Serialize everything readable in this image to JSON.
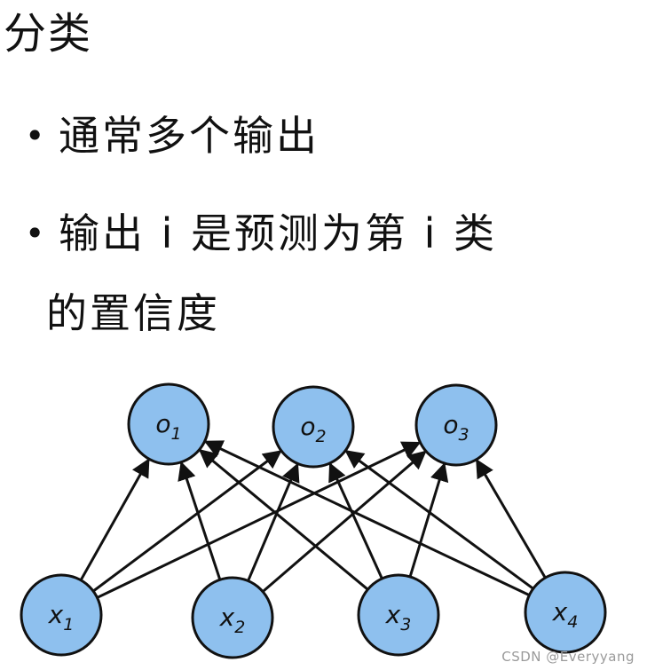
{
  "title": "分类",
  "bullets": [
    {
      "marker": "•",
      "text": "通常多个输出"
    },
    {
      "marker": "•",
      "text": "输出 i 是预测为第 i 类"
    }
  ],
  "bullet_continuation": "的置信度",
  "diagram": {
    "output_nodes": [
      {
        "base": "o",
        "sub": "1"
      },
      {
        "base": "o",
        "sub": "2"
      },
      {
        "base": "o",
        "sub": "3"
      }
    ],
    "input_nodes": [
      {
        "base": "x",
        "sub": "1"
      },
      {
        "base": "x",
        "sub": "2"
      },
      {
        "base": "x",
        "sub": "3"
      },
      {
        "base": "x",
        "sub": "4"
      }
    ],
    "node_fill": "#8ec0ee",
    "node_stroke": "#111111",
    "edge_color": "#111111",
    "connectivity": "fully-connected, inputs to outputs"
  },
  "watermark": "CSDN @Everyyang"
}
